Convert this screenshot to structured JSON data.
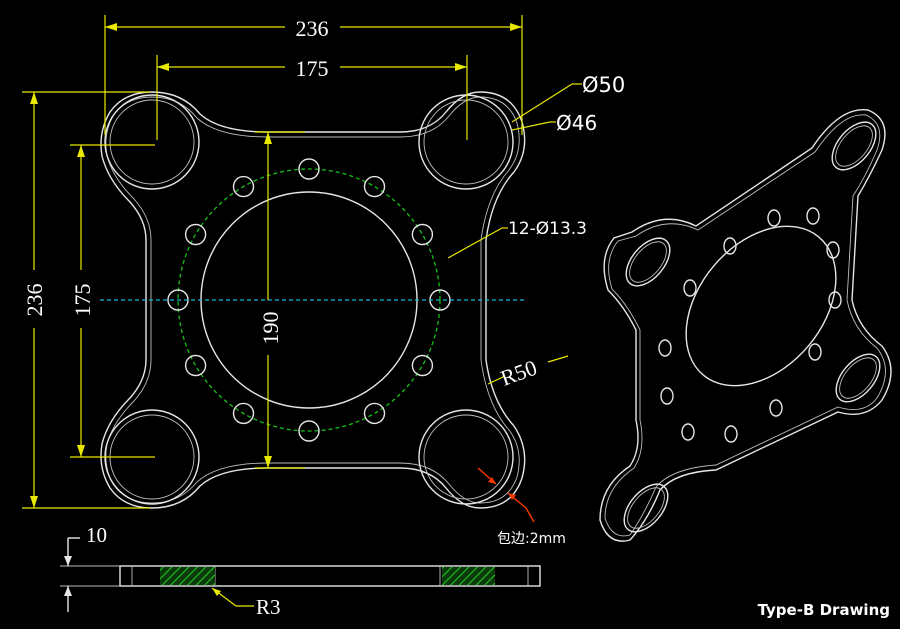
{
  "dimensions": {
    "outer_width": "236",
    "hole_spacing_h": "175",
    "outer_height": "236",
    "hole_spacing_v": "175",
    "pcd": "190",
    "corner_outer_dia": "Ø50",
    "corner_inner_dia": "Ø46",
    "bolt_holes": "12-Ø13.3",
    "side_radius": "R50",
    "edge_wrap": "包边:2mm",
    "thickness": "10",
    "edge_radius": "R3"
  },
  "caption": "Type-B Drawing",
  "colors": {
    "background": "#000000",
    "dimension": "#e8e800",
    "outline": "#e6e6e6",
    "pcd_circle": "#18c018",
    "centerline": "#18b8d8",
    "section_hatch": "#20c020",
    "edge_arrow": "#ff3a00"
  }
}
